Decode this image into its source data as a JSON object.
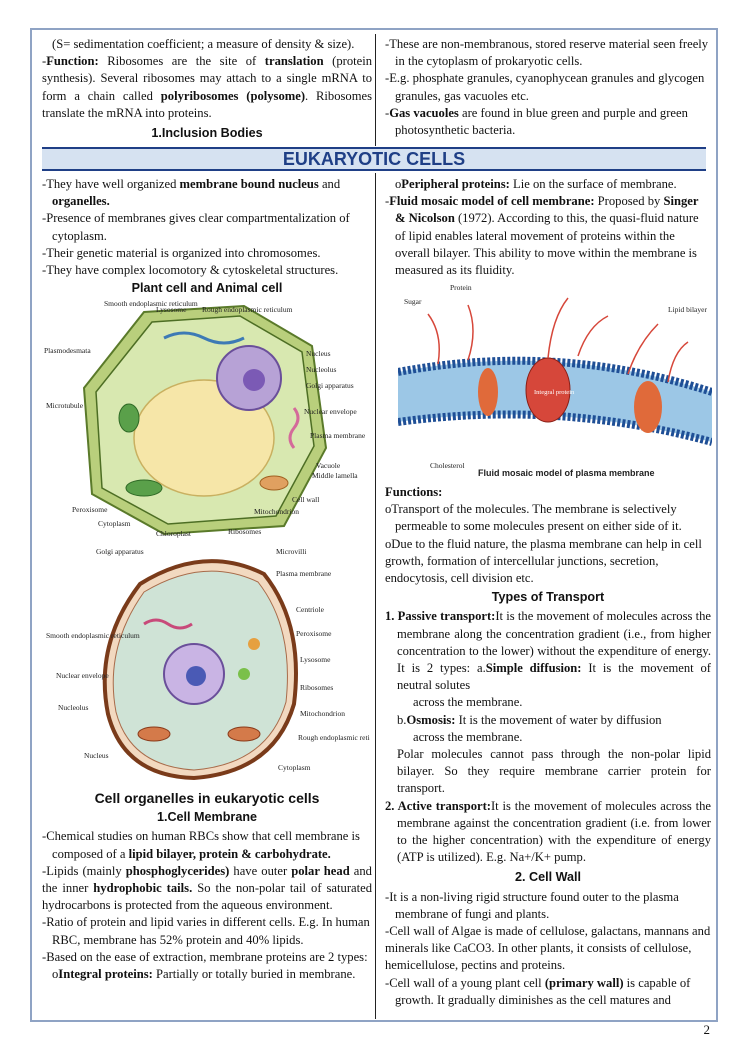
{
  "top_left": {
    "line1": "(S= sedimentation coefficient; a measure of density & size).",
    "function_label": "Function:",
    "function_text_1": " Ribosomes are the site of ",
    "translation": "translation",
    "function_text_2": " (protein synthesis). Several ribosomes may attach to a single mRNA to form a chain called ",
    "polyribosomes": "polyribosomes (polysome)",
    "function_text_3": ". Ribosomes translate the mRNA into proteins.",
    "heading": "1.Inclusion Bodies"
  },
  "top_right": {
    "p1": "-These are non-membranous, stored reserve material seen freely in the cytoplasm of prokaryotic cells.",
    "p2": "-E.g. phosphate granules, cyanophycean granules and glycogen granules, gas vacuoles etc.",
    "gas_label": "Gas vacuoles",
    "p3": " are found in blue green and purple and green photosynthetic bacteria."
  },
  "banner": "EUKARYOTIC CELLS",
  "left": {
    "b1_pre": "-They have well organized ",
    "b1_bold": "membrane bound nucleus",
    "b1_mid": " and ",
    "b1_bold2": "organelles.",
    "b2": "-Presence of membranes gives clear compartmentalization of cytoplasm.",
    "b3": "-Their genetic material is organized into chromosomes.",
    "b4": "-They have complex locomotory & cytoskeletal structures.",
    "fig_title": "Plant cell and Animal cell",
    "plant_labels": {
      "smooth_er": "Smooth endoplasmic reticulum",
      "lysosome": "Lysosome",
      "rough_er": "Rough endoplasmic reticulum",
      "plasmodesmata": "Plasmodesmata",
      "nucleus": "Nucleus",
      "nucleolus": "Nucleolus",
      "golgi": "Golgi apparatus",
      "microtubule": "Microtubule",
      "nuclear_envelope": "Nuclear envelope",
      "plasma_membrane": "Plasma membrane",
      "vacuole": "Vacuole",
      "middle_lamella": "Middle lamella",
      "cell_wall": "Cell wall",
      "peroxisome": "Peroxisome",
      "mitochondrion": "Mitochondrion",
      "cytoplasm": "Cytoplasm",
      "chloroplast": "Chloroplast",
      "ribosomes": "Ribosomes"
    },
    "animal_labels": {
      "golgi": "Golgi apparatus",
      "microvilli": "Microvilli",
      "plasma_membrane": "Plasma membrane",
      "centriole": "Centriole",
      "smooth_er": "Smooth endoplasmic reticulum",
      "peroxisome": "Peroxisome",
      "lysosome": "Lysosome",
      "nuclear_envelope": "Nuclear envelope",
      "ribosomes": "Ribosomes",
      "nucleolus": "Nucleolus",
      "mitochondrion": "Mitochondrion",
      "rough_er": "Rough endoplasmic reticulum",
      "nucleus": "Nucleus",
      "cytoplasm": "Cytoplasm"
    },
    "organelles_heading": "Cell organelles in eukaryotic cells",
    "cm_heading": "1.Cell Membrane",
    "cm1_pre": "-Chemical studies on human RBCs show that cell membrane is composed of a ",
    "cm1_bold": "lipid bilayer, protein & carbohydrate.",
    "cm2_pre": "-Lipids (mainly ",
    "cm2_bold": "phosphoglycerides)",
    "cm2_mid": " have outer ",
    "cm2_bold2": "polar head",
    "cm2_mid2": " and the inner ",
    "cm2_bold3": "hydrophobic tails.",
    "cm2_post": " So the non-polar tail of saturated hydrocarbons is protected from the aqueous environment.",
    "cm3": "-Ratio of protein and lipid varies in different cells. E.g. In human RBC, membrane has 52% protein and 40% lipids.",
    "cm4": "-Based on the ease of extraction, membrane proteins are 2 types:",
    "cm5_bold": "Integral proteins:",
    "cm5_post": " Partially or totally buried in membrane."
  },
  "right": {
    "peri_bold": "Peripheral proteins:",
    "peri_post": " Lie on the surface of membrane.",
    "fm_bold": "Fluid mosaic model of cell membrane:",
    "fm_post": " Proposed by ",
    "fm_bold2": "Singer & Nicolson",
    "fm_post2": " (1972). According to this, the quasi-fluid nature of lipid enables lateral movement of proteins within the overall bilayer. This ability to move within the membrane is measured as its fluidity.",
    "fig_labels": {
      "sugar": "Sugar",
      "protein": "Protein",
      "lipid_bilayer": "Lipid bilayer",
      "integral_protein": "Integral protein",
      "cholesterol": "Cholesterol",
      "caption": "Fluid mosaic model of plasma membrane"
    },
    "functions_label": "Functions:",
    "fn1": "Transport of the molecules. The membrane is selectively permeable to some molecules present on either side of it.",
    "fn2": "Due to the fluid nature, the plasma membrane can help in cell growth, formation of intercellular junctions, secretion, endocytosis, cell division etc.",
    "transport_heading": "Types of Transport",
    "t1_bold": "1. Passive transport:",
    "t1_post": "It is the movement of molecules across the membrane along the concentration gradient (i.e., from higher concentration to the lower) without the expenditure of energy. It is 2 types: a.",
    "t1_bold2": "Simple diffusion:",
    "t1_post2": " It is the movement of neutral solutes",
    "t1_post3": "across the membrane.",
    "osm_pre": "b.",
    "osm_bold": "Osmosis:",
    "osm_post": " It is the movement of water by diffusion",
    "osm_post2": "across the membrane.",
    "polar": "Polar molecules cannot pass through the non-polar lipid bilayer. So they require membrane carrier protein for transport.",
    "t2_bold": "2. Active transport:",
    "t2_post": "It is the movement of molecules across the membrane against the concentration gradient (i.e. from lower to the higher concentration) with the expenditure of energy (ATP is utilized). E.g. Na+/K+ pump.",
    "cw_heading": "2. Cell Wall",
    "cw1": "-It is a non-living rigid structure found outer to the plasma membrane of fungi and plants.",
    "cw2": "-Cell wall of Algae is made of cellulose, galactans, mannans and minerals like CaCO3. In other plants, it consists of cellulose, hemicellulose, pectins and proteins.",
    "cw3_pre": "-Cell wall of a young plant cell ",
    "cw3_bold": "(primary wall)",
    "cw3_post": " is capable of growth. It gradually diminishes as the cell matures and"
  },
  "page_number": "2",
  "colors": {
    "banner_text": "#1f3f86",
    "banner_bg": "#d6e2f1",
    "frame": "#8fa3c4"
  }
}
